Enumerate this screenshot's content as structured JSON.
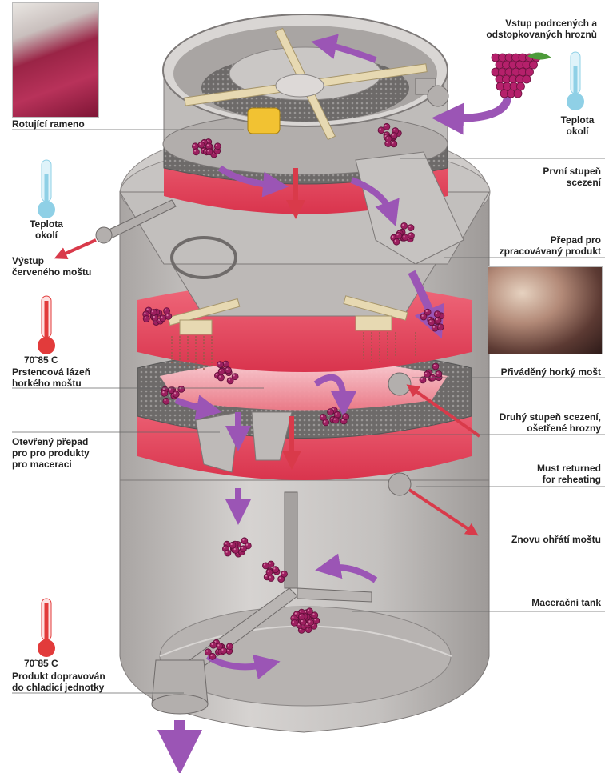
{
  "labels": {
    "rotating_arm": "Rotující rameno",
    "ambient_temp_top": "Teplota\nokolí",
    "ambient_temp_left": "Teplota\nokolí",
    "grape_inlet": "Vstup podrcených a\nodstopkovaných hroznů",
    "first_stage": "První stupeň\nscezení",
    "red_must_outlet": "Výstup\nčerveného moštu",
    "overflow_processed": "Přepad pro\nzpracovávaný produkt",
    "temp_70_85_mid": "70˜85 C",
    "ring_bath": "Prstencová lázeň\nhorkého moštu",
    "hot_must_feed": "Přiváděný horký mošt",
    "open_overflow": "Otevřený přepad\npro pro produkty\npro maceraci",
    "second_stage": "Druhý stupeň scezení,\nošetřené hrozny",
    "must_returned": "Must returned\nfor reheating",
    "reheat_must": "Znovu ohřátí moštu",
    "maceration_tank": "Macerační tank",
    "temp_70_85_bottom": "70˜85 C",
    "product_to_cooler": "Produkt dopravován\ndo chladicí jednotky"
  },
  "colors": {
    "steel": "#c9c6c4",
    "steel_dark": "#8f8b89",
    "hot_band": "#e8435a",
    "grape": "#9c1f5f",
    "flow_arrow": "#9b55b5",
    "hot_arrow": "#d93a4a",
    "thermo_cold": "#8fd0e6",
    "thermo_hot": "#e23b3b"
  },
  "icons": {
    "thermometer_cold": "thermometer-cold-icon",
    "thermometer_hot": "thermometer-hot-icon",
    "grape_bunch": "grape-bunch-icon"
  }
}
